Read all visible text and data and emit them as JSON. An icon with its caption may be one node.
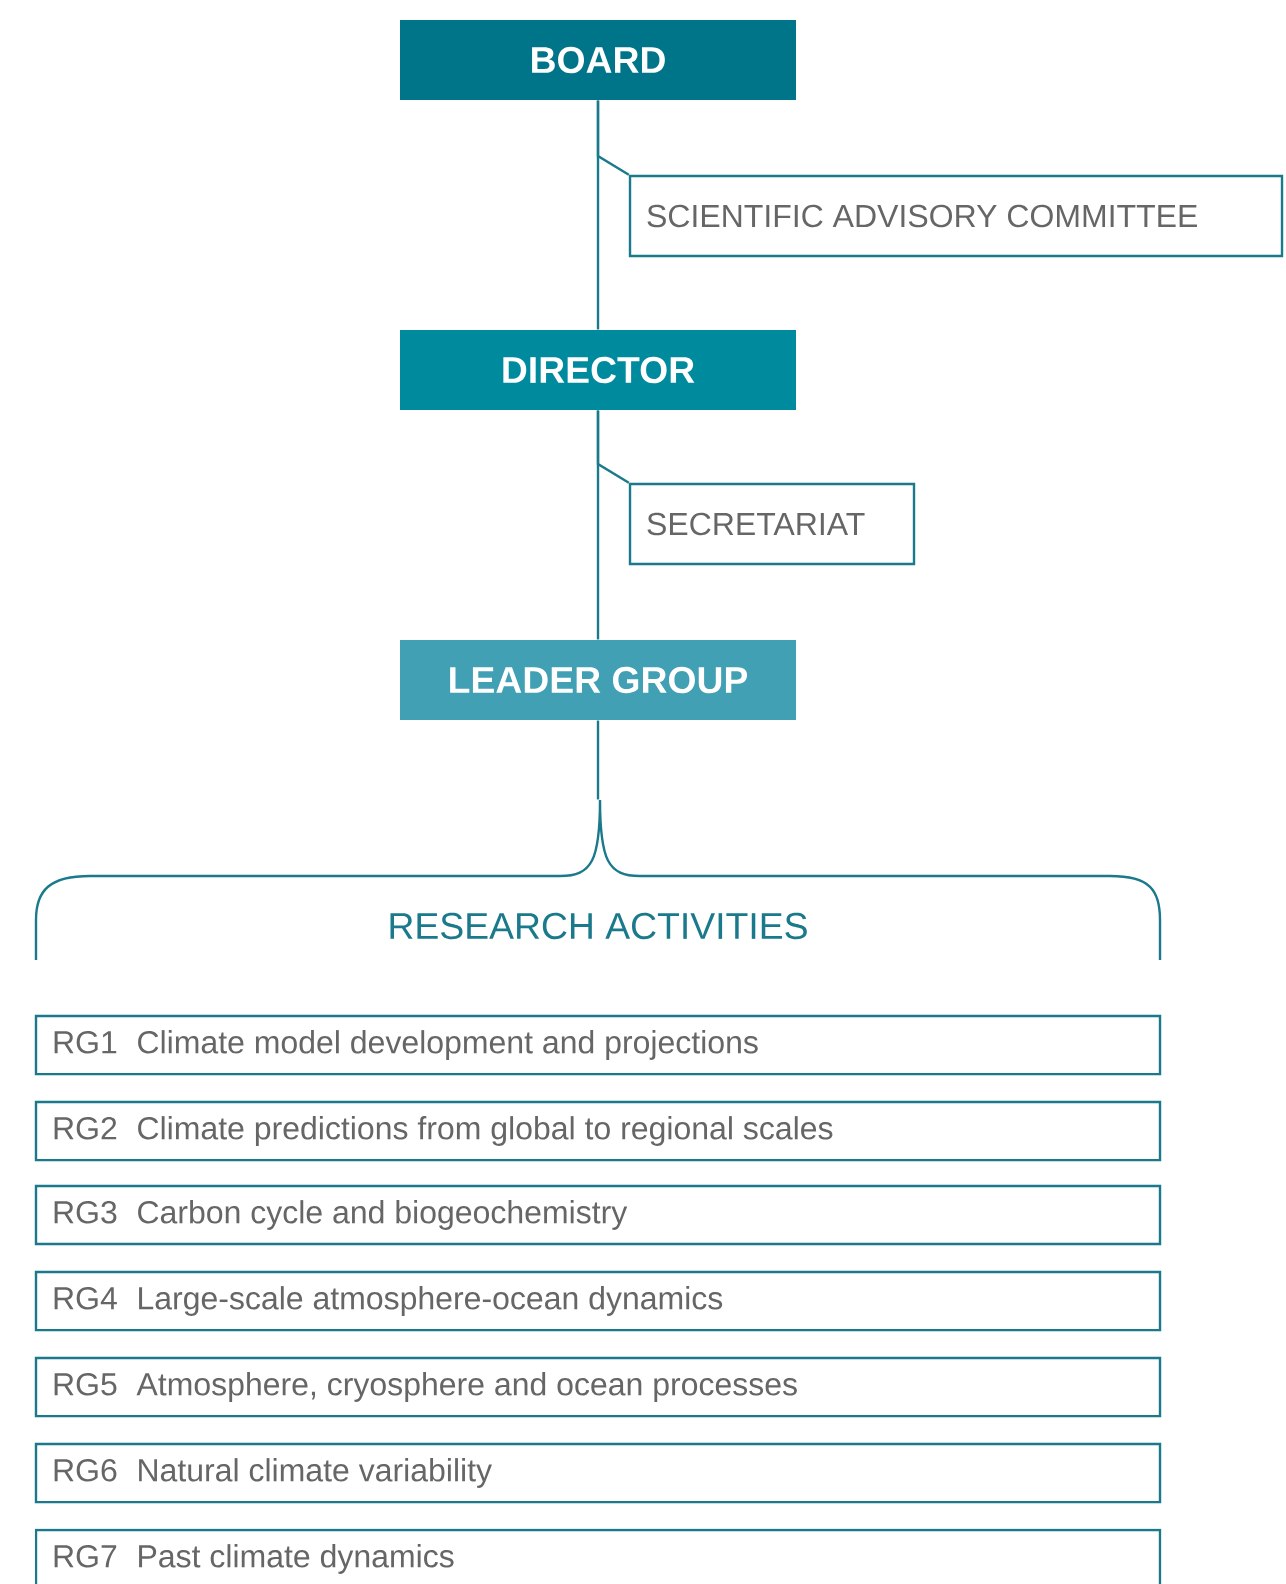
{
  "diagram": {
    "nodes": [
      {
        "text": [
          "BOARD"
        ]
      },
      {
        "text": [
          "SCIENTIFIC ADVISORY COMMITTEE"
        ]
      },
      {
        "text": [
          "DIRECTOR"
        ]
      },
      {
        "text": [
          "SECRETARIAT"
        ]
      },
      {
        "text": [
          "LEADER GROUP"
        ]
      },
      {
        "text": [
          "RESEARCH ACTIVITIES"
        ]
      },
      {
        "text": [
          "RG1",
          "Climate model development and projections"
        ]
      },
      {
        "text": [
          "RG2",
          "Climate predictions from global to regional scales"
        ]
      },
      {
        "text": [
          "RG3",
          "Carbon cycle and biogeochemistry"
        ]
      },
      {
        "text": [
          "RG4",
          "Large-scale atmosphere-ocean dynamics"
        ]
      },
      {
        "text": [
          "RG5",
          "Atmosphere, cryosphere and ocean processes"
        ]
      },
      {
        "text": [
          "RG6",
          "Natural climate variability"
        ]
      },
      {
        "text": [
          "RG7",
          "Past climate dynamics"
        ]
      }
    ],
    "edges": [
      {
        "from": 0,
        "to": 2,
        "arrow": "none"
      },
      {
        "from": 0,
        "to": 1,
        "arrow": "none"
      },
      {
        "from": 2,
        "to": 4,
        "arrow": "none"
      },
      {
        "from": 2,
        "to": 3,
        "arrow": "none"
      },
      {
        "from": 4,
        "to": 5,
        "arrow": "none"
      }
    ]
  }
}
